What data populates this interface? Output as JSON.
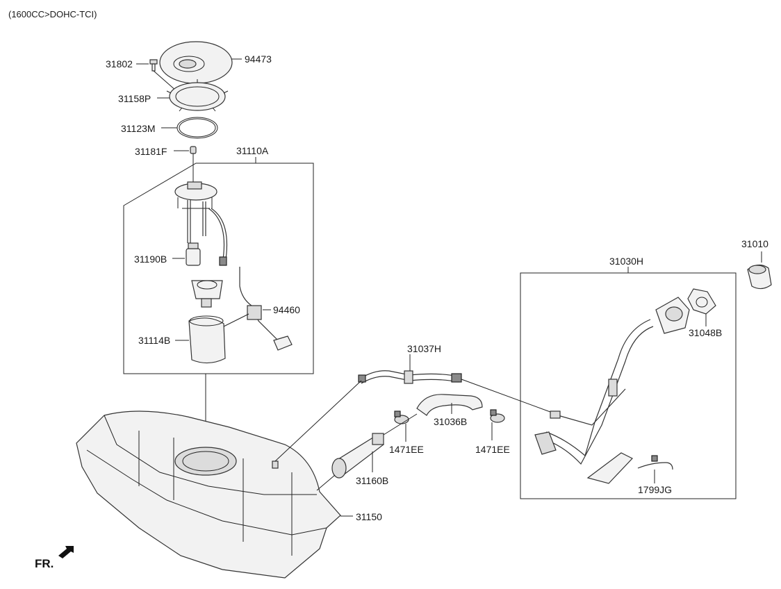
{
  "header": {
    "engine_spec": "(1600CC>DOHC-TCI)"
  },
  "orientation": {
    "label": "FR."
  },
  "parts": {
    "p31802": "31802",
    "p94473": "94473",
    "p31158P": "31158P",
    "p31123M": "31123M",
    "p31181F": "31181F",
    "p31110A": "31110A",
    "p31190B": "31190B",
    "p94460": "94460",
    "p31114B": "31114B",
    "p31037H": "31037H",
    "p31036B": "31036B",
    "p1471EE_a": "1471EE",
    "p1471EE_b": "1471EE",
    "p31160B": "31160B",
    "p31150": "31150",
    "p31030H": "31030H",
    "p31010": "31010",
    "p31048B": "31048B",
    "p1799JG": "1799JG"
  }
}
